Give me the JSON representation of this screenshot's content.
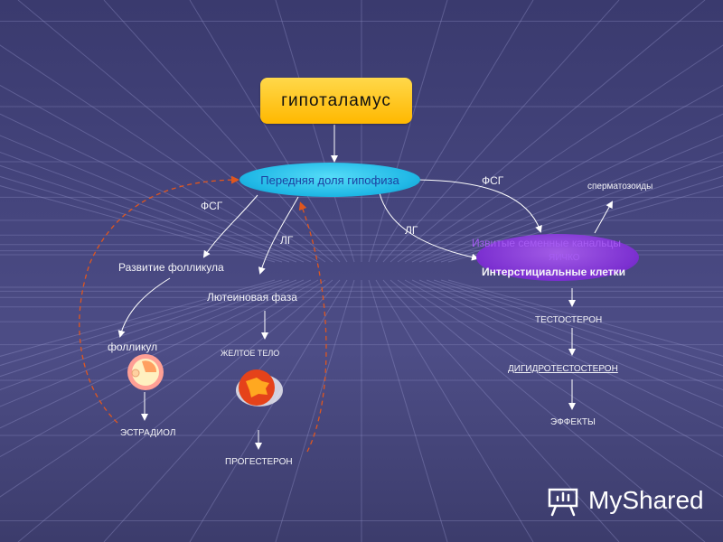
{
  "hypothalamus": "гипоталамус",
  "pituitary": "Передняя доля гипофиза",
  "fsh_left": "ФСГ",
  "lh_mid": "ЛГ",
  "follicle_dev": "Развитие фолликула",
  "luteal_phase": "Лютеиновая фаза",
  "follicle": "фолликул",
  "corpus_luteum": "ЖЕЛТОЕ ТЕЛО",
  "estradiol": "ЭСТРАДИОЛ",
  "progesterone": "ПРОГЕСТЕРОН",
  "fsh_right": "ФСГ",
  "lh_right": "ЛГ",
  "sperm": "сперматозоиды",
  "testis_tubules": "Извитые семенные канальцы",
  "testis": "ЯИЧКО",
  "interstitial": "Интерстициальные клетки",
  "testosterone": "ТЕСТОСТЕРОН",
  "dht": "ДИГИДРОТЕСТОСТЕРОН",
  "effects": "ЭФФЕКТЫ",
  "logo_text": "MyShared",
  "colors": {
    "background": "#44447c",
    "hypothalamus_box": "#ffc82a",
    "pituitary_ellipse": "#2ec4ee",
    "testis_ellipse": "#7b2fd0",
    "feedback_dashed": "#e0561e"
  }
}
